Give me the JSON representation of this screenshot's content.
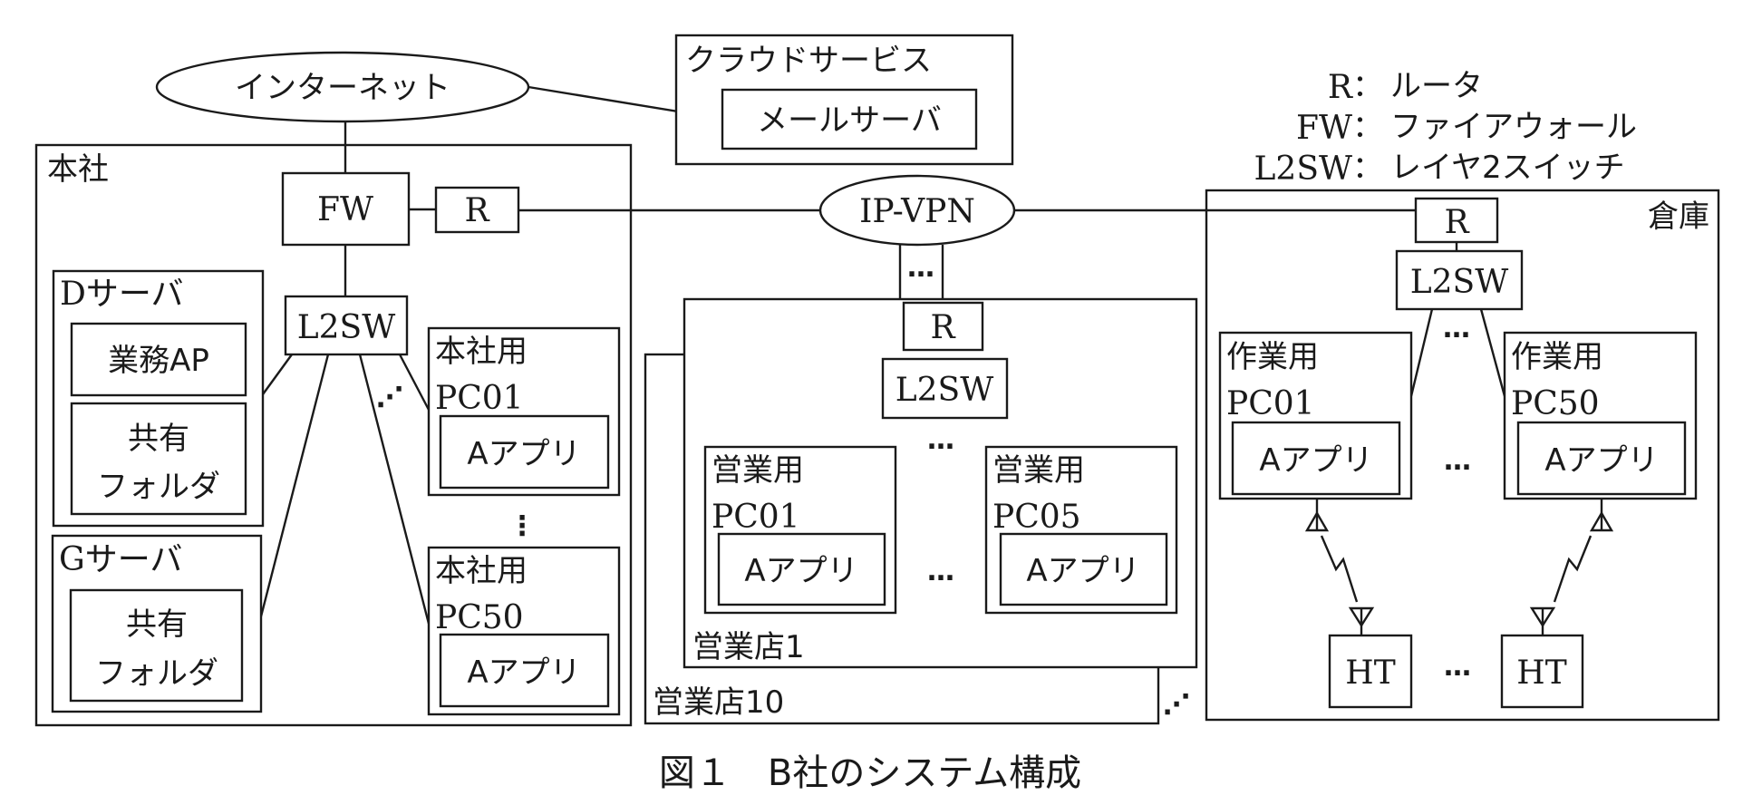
{
  "figure": {
    "caption": "図１　B社のシステム構成"
  },
  "legend": [
    {
      "abbr": "R",
      "sep": "：",
      "meaning": "ルータ"
    },
    {
      "abbr": "FW",
      "sep": "：",
      "meaning": "ファイアウォール"
    },
    {
      "abbr": "L2SW",
      "sep": "：",
      "meaning": "レイヤ2スイッチ"
    }
  ],
  "networks": {
    "internet": "インターネット",
    "ipvpn": "IP-VPN"
  },
  "cloud": {
    "label": "クラウドサービス",
    "mail_server": "メールサーバ"
  },
  "headquarters": {
    "label": "本社",
    "fw": "FW",
    "router": "R",
    "l2sw": "L2SW",
    "d_server": {
      "label": "Dサーバ",
      "app": "業務AP",
      "folder_line1": "共有",
      "folder_line2": "フォルダ"
    },
    "g_server": {
      "label": "Gサーバ",
      "folder_line1": "共有",
      "folder_line2": "フォルダ"
    },
    "pcs": [
      {
        "line1": "本社用",
        "line2": "PC01",
        "app": "Aアプリ"
      },
      {
        "line1": "本社用",
        "line2": "PC50",
        "app": "Aアプリ"
      }
    ]
  },
  "branches": {
    "front_label": "営業店1",
    "back_label": "営業店10",
    "router": "R",
    "l2sw": "L2SW",
    "pcs": [
      {
        "line1": "営業用",
        "line2": "PC01",
        "app": "Aアプリ"
      },
      {
        "line1": "営業用",
        "line2": "PC05",
        "app": "Aアプリ"
      }
    ]
  },
  "warehouse": {
    "label": "倉庫",
    "router": "R",
    "l2sw": "L2SW",
    "pcs": [
      {
        "line1": "作業用",
        "line2": "PC01",
        "app": "Aアプリ"
      },
      {
        "line1": "作業用",
        "line2": "PC50",
        "app": "Aアプリ"
      }
    ],
    "handhelds": [
      "HT",
      "HT"
    ]
  },
  "ellipsis": "…",
  "vertical_ellipsis": "⋮",
  "diagonal_ellipsis": "⋰"
}
